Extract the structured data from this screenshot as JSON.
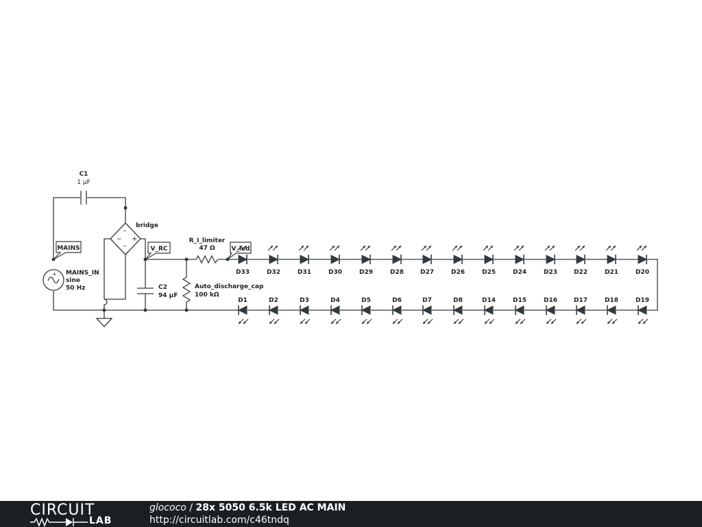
{
  "schematic": {
    "components": {
      "c1": {
        "name": "C1",
        "value": "1 µF"
      },
      "bridge": {
        "name": "bridge"
      },
      "mains_in": {
        "name": "MAINS_IN",
        "wave": "sine",
        "freq": "50 Hz"
      },
      "c2": {
        "name": "C2",
        "value": "94 µF"
      },
      "r_limiter": {
        "name": "R_I_limiter",
        "value": "47 Ω"
      },
      "r_discharge": {
        "name": "Auto_discharge_cap",
        "value": "100 kΩ"
      }
    },
    "nets": {
      "mains": "MAINS",
      "v_rc": "V_RC",
      "v_led": "V_led"
    },
    "led_top_row": [
      "D33",
      "D32",
      "D31",
      "D30",
      "D29",
      "D28",
      "D27",
      "D26",
      "D25",
      "D24",
      "D23",
      "D22",
      "D21",
      "D20"
    ],
    "led_bottom_row": [
      "D1",
      "D2",
      "D3",
      "D4",
      "D5",
      "D6",
      "D7",
      "D8",
      "D14",
      "D15",
      "D16",
      "D17",
      "D18",
      "D19"
    ]
  },
  "footer": {
    "logo_top": "CIRCUIT",
    "logo_bottom": "LAB",
    "author": "glococo",
    "separator": " / ",
    "title": "28x 5050 6.5k LED AC MAIN",
    "url": "http://circuitlab.com/c46tndq"
  },
  "colors": {
    "wire": "#333a3e",
    "footer_bg": "#1b1f22",
    "background": "#ffffff"
  }
}
